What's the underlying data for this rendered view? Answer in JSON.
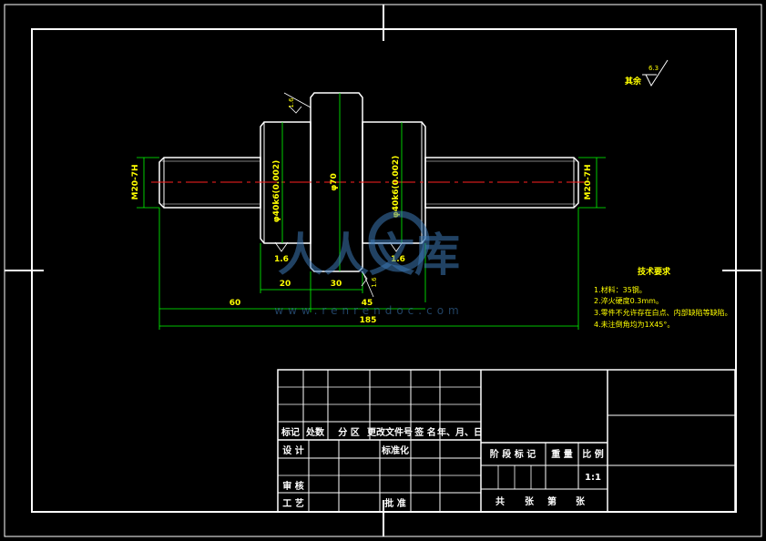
{
  "colors": {
    "background": "#000000",
    "outline": "#ffffff",
    "dimension": "#00ff00",
    "centerline": "#ff2020",
    "text": "#ffff00"
  },
  "roughness": {
    "general_symbol_value": "6.3",
    "general_label": "其余",
    "shoulder_value": "1.6"
  },
  "dimensions": {
    "thread_left": "M20-7H",
    "thread_right": "M20-7H",
    "dia_left_journal": "φ40k6(0.002)",
    "dia_right_journal": "φ40k6(0.002)",
    "dia_collar": "φ70",
    "len_journal": "20",
    "len_collar": "30",
    "len_left": "60",
    "len_mid": "45",
    "len_total": "185"
  },
  "tech_requirements": {
    "title": "技术要求",
    "items": [
      "1.材料：35钢。",
      "2.淬火硬度0.3mm。",
      "3.零件不允许存在白点、内部缺陷等缺陷。",
      "4.未注倒角均为1X45°。"
    ]
  },
  "title_block": {
    "header_labels": [
      "标记",
      "处数",
      "分 区",
      "更改文件号",
      "签 名",
      "年、月、日"
    ],
    "design": "设 计",
    "standardize": "标准化",
    "review": "审 核",
    "process": "工 艺",
    "approve": "批 准",
    "stage_mark": "阶 段 标 记",
    "weight": "重 量",
    "scale_label": "比 例",
    "scale_value": "1:1",
    "sheets_total": "共",
    "sheet_unit_1": "张",
    "sheet_nth": "第",
    "sheet_unit_2": "张"
  },
  "watermark": {
    "text_cn": "人人文库",
    "url": "www.renrendoc.com"
  }
}
